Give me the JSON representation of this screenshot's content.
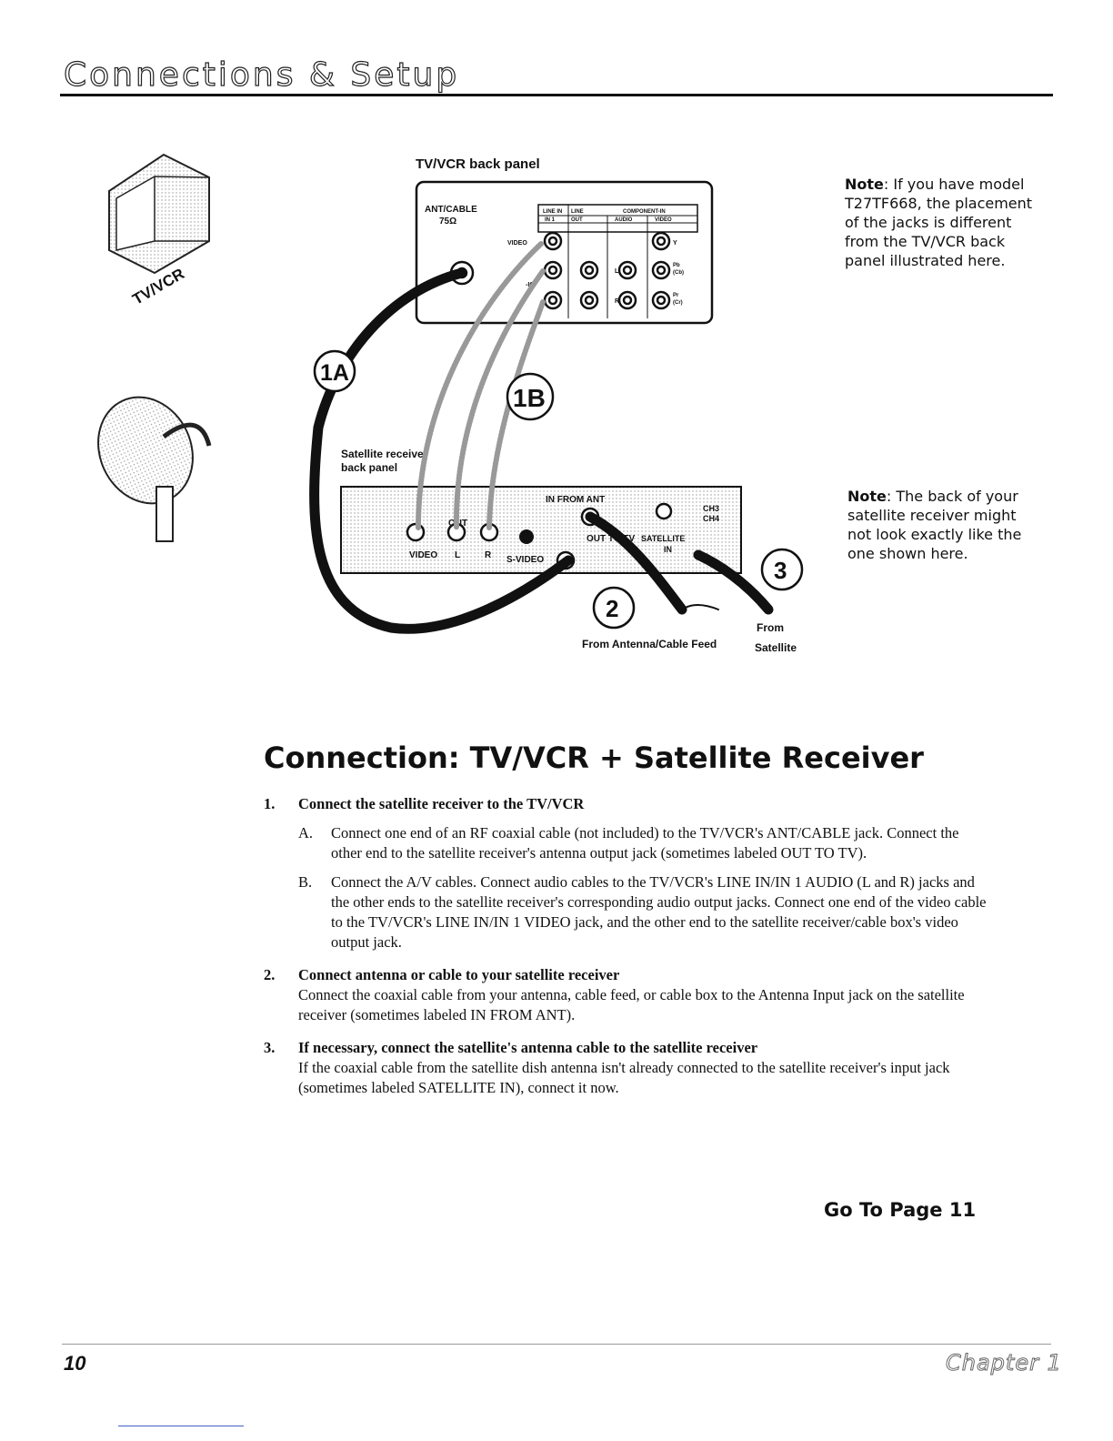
{
  "header": {
    "title": "Connections & Setup"
  },
  "diagram": {
    "tvvcr_icon_label": "TV/VCR",
    "back_panel_title": "TV/VCR back panel",
    "ant_cable_label": "ANT/CABLE",
    "ohms_label": "75Ω",
    "line_in_label": "LINE IN",
    "in1_label": "IN 1",
    "line_out_label_1": "LINE",
    "line_out_label_2": "OUT",
    "component_in_label": "COMPONENT-IN",
    "audio_label": "AUDIO",
    "video_label_top": "VIDEO",
    "video_jack_label": "VIDEO",
    "y_label": "Y",
    "l_label": "L",
    "r_label": "R",
    "pb_label": "Pb",
    "pb_sub": "(Cb)",
    "pr_label": "Pr",
    "pr_sub": "(Cr)",
    "audio_side_label": "-IO",
    "callout_1a": "1A",
    "callout_1b": "1B",
    "callout_2": "2",
    "callout_3": "3",
    "sat_receiver_label_1": "Satellite receiver",
    "sat_receiver_label_2": "back panel",
    "in_from_ant": "IN FROM ANT",
    "out_label": "OUT",
    "out_to_tv": "OUT TO TV",
    "ch3": "CH3",
    "ch4": "CH4",
    "satellite_in_1": "SATELLITE",
    "satellite_in_2": "IN",
    "svideo": "S-VIDEO",
    "sat_video": "VIDEO",
    "sat_l": "L",
    "sat_r": "R",
    "from_antenna": "From Antenna/Cable Feed",
    "from_satellite_1": "From",
    "from_satellite_2": "Satellite"
  },
  "notes": {
    "note1_label": "Note",
    "note1_text": ": If you have model T27TF668, the placement of the jacks is different from the TV/VCR back panel illustrated here.",
    "note2_label": "Note",
    "note2_text": ": The back of your satellite receiver might not look exactly like the one shown here."
  },
  "main": {
    "title": "Connection: TV/VCR + Satellite Receiver",
    "steps": [
      {
        "num": "1.",
        "heading": "Connect the satellite receiver to the TV/VCR",
        "subs": [
          {
            "letter": "A.",
            "text": "Connect one end of an RF coaxial cable (not included) to the TV/VCR's ANT/CABLE jack. Connect the other end to the satellite receiver's antenna output jack (sometimes labeled OUT TO TV)."
          },
          {
            "letter": "B.",
            "text": "Connect the A/V cables. Connect audio cables to the TV/VCR's LINE IN/IN 1 AUDIO (L and R) jacks and the other ends to the satellite receiver's corresponding audio output jacks. Connect one end of the video cable to the TV/VCR's LINE IN/IN 1 VIDEO jack, and the other end to the satellite receiver/cable box's video output jack."
          }
        ]
      },
      {
        "num": "2.",
        "heading": "Connect antenna or cable to your satellite receiver",
        "body": "Connect the coaxial cable from your antenna, cable feed, or cable box to the Antenna Input jack on the satellite receiver (sometimes labeled IN FROM ANT)."
      },
      {
        "num": "3.",
        "heading": "If necessary, connect the satellite's antenna cable to the satellite receiver",
        "body": "If the coaxial cable from the satellite dish antenna isn't already connected to the satellite receiver's input jack (sometimes labeled SATELLITE IN), connect it now."
      }
    ],
    "goto": "Go To Page 11"
  },
  "footer": {
    "page_number": "10",
    "chapter": "Chapter 1"
  }
}
